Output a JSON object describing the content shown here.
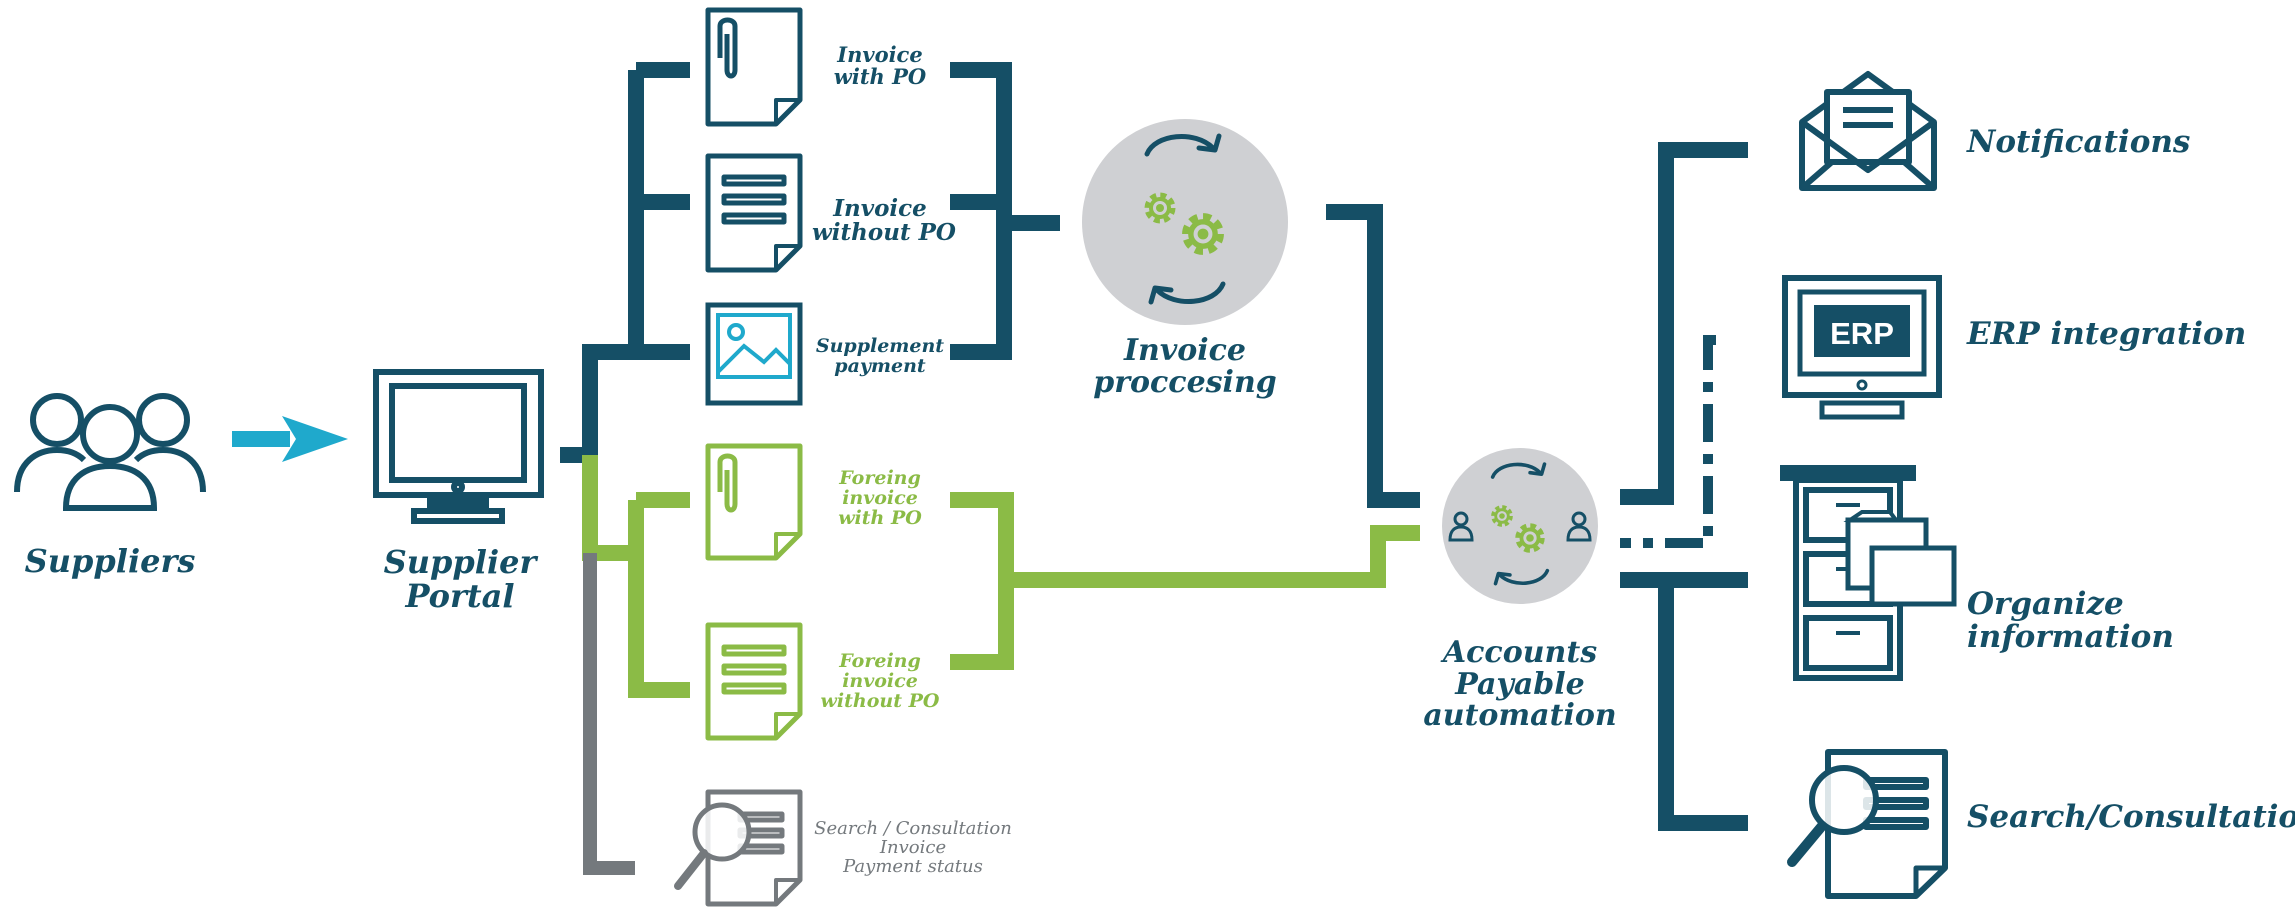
{
  "colors": {
    "navy": "#154f66",
    "green": "#8bbb46",
    "gray": "#74797d",
    "cyan": "#1fa9cc",
    "circle_fill": "#cfd0d3",
    "gear_green": "#8bbb46"
  },
  "icons": {
    "suppliers": "people-group-icon",
    "portal": "monitor-icon",
    "invoice_with_po": "paperclip-document-icon",
    "invoice_without_po": "lined-document-icon",
    "supplement_payment": "image-icon",
    "foreign_with_po": "paperclip-document-icon",
    "foreign_without_po": "lined-document-icon",
    "search_status": "magnifier-document-icon",
    "invoice_processing": "gears-cycle-icon",
    "ap_automation": "gears-users-icon",
    "notifications": "envelope-icon",
    "erp": "erp-monitor-icon",
    "organize": "filing-cabinet-icon",
    "search_consultation": "magnifier-document-icon"
  },
  "labels": {
    "suppliers": "Suppliers",
    "portal": [
      "Supplier",
      "Portal"
    ],
    "invoice_with_po": [
      "Invoice",
      "with PO"
    ],
    "invoice_without_po": [
      "Invoice",
      "without PO"
    ],
    "supplement_payment": [
      "Supplement",
      "payment"
    ],
    "foreign_with_po": [
      "Foreing",
      "invoice",
      "with PO"
    ],
    "foreign_without_po": [
      "Foreing",
      "invoice",
      "without PO"
    ],
    "search_status": [
      "Search / Consultation",
      "Invoice",
      "Payment status"
    ],
    "invoice_processing": [
      "Invoice",
      "proccesing"
    ],
    "ap_automation": [
      "Accounts",
      "Payable",
      "automation"
    ],
    "notifications": "Notifications",
    "erp_integration": "ERP integration",
    "organize": [
      "Organize",
      "information"
    ],
    "search_consultation": "Search/Consultation"
  },
  "erp_badge": "ERP"
}
